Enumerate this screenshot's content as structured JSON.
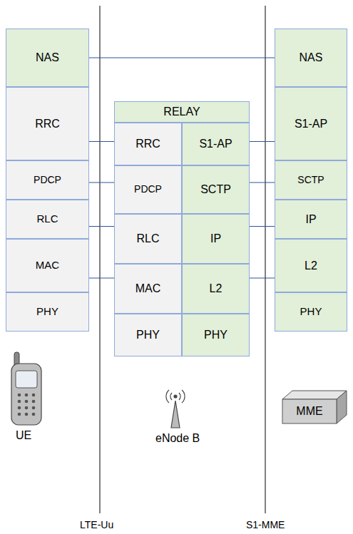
{
  "diagram": {
    "nodes": [
      {
        "text": [
          "NAS"
        ]
      },
      {
        "text": [
          "RRC"
        ]
      },
      {
        "text": [
          "PDCP"
        ]
      },
      {
        "text": [
          "RLC"
        ]
      },
      {
        "text": [
          "MAC"
        ]
      },
      {
        "text": [
          "PHY"
        ]
      },
      {
        "text": [
          "RELAY"
        ]
      },
      {
        "text": [
          "RRC"
        ]
      },
      {
        "text": [
          "S1-AP"
        ]
      },
      {
        "text": [
          "PDCP"
        ]
      },
      {
        "text": [
          "SCTP"
        ]
      },
      {
        "text": [
          "RLC"
        ]
      },
      {
        "text": [
          "IP"
        ]
      },
      {
        "text": [
          "MAC"
        ]
      },
      {
        "text": [
          "L2"
        ]
      },
      {
        "text": [
          "PHY"
        ]
      },
      {
        "text": [
          "PHY"
        ]
      },
      {
        "text": [
          "NAS"
        ]
      },
      {
        "text": [
          "S1-AP"
        ]
      },
      {
        "text": [
          "SCTP"
        ]
      },
      {
        "text": [
          "IP"
        ]
      },
      {
        "text": [
          "L2"
        ]
      },
      {
        "text": [
          "PHY"
        ]
      },
      {
        "text": [
          "MME"
        ]
      }
    ],
    "edges": [
      {
        "from": 0,
        "to": 17,
        "arrow": "none"
      },
      {
        "from": 1,
        "to": 7,
        "arrow": "none"
      },
      {
        "from": 2,
        "to": 9,
        "arrow": "none"
      },
      {
        "from": 3,
        "to": 11,
        "arrow": "none"
      },
      {
        "from": 4,
        "to": 13,
        "arrow": "none"
      },
      {
        "from": 8,
        "to": 18,
        "arrow": "none"
      },
      {
        "from": 10,
        "to": 19,
        "arrow": "none"
      },
      {
        "from": 12,
        "to": 20,
        "arrow": "none"
      },
      {
        "from": 14,
        "to": 21,
        "arrow": "none"
      }
    ],
    "labels": [
      "UE",
      "eNode B",
      "LTE-Uu",
      "S1-MME"
    ]
  }
}
